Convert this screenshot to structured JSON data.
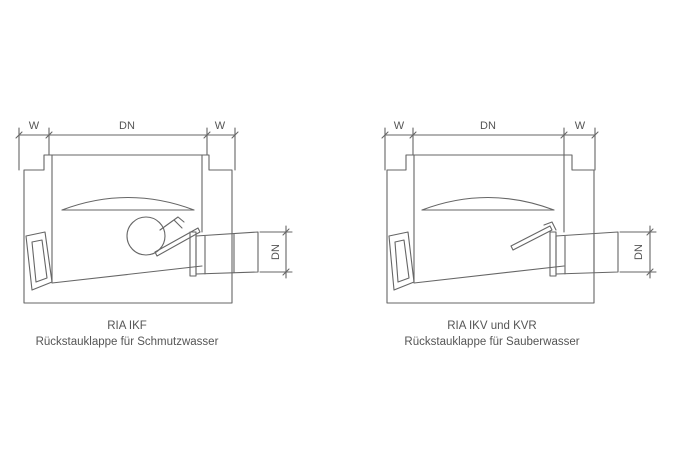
{
  "left_figure": {
    "dim_w_left": "W",
    "dim_dn": "DN",
    "dim_w_right": "W",
    "dim_pipe": "DN",
    "caption_line1": "RIA IKF",
    "caption_line2": "Rückstauklappe für Schmutzwasser"
  },
  "right_figure": {
    "dim_w_left": "W",
    "dim_dn": "DN",
    "dim_w_right": "W",
    "dim_pipe": "DN",
    "caption_line1": "RIA IKV und KVR",
    "caption_line2": "Rückstauklappe für Sauberwasser"
  },
  "colors": {
    "line": "#666666",
    "text": "#555555"
  }
}
